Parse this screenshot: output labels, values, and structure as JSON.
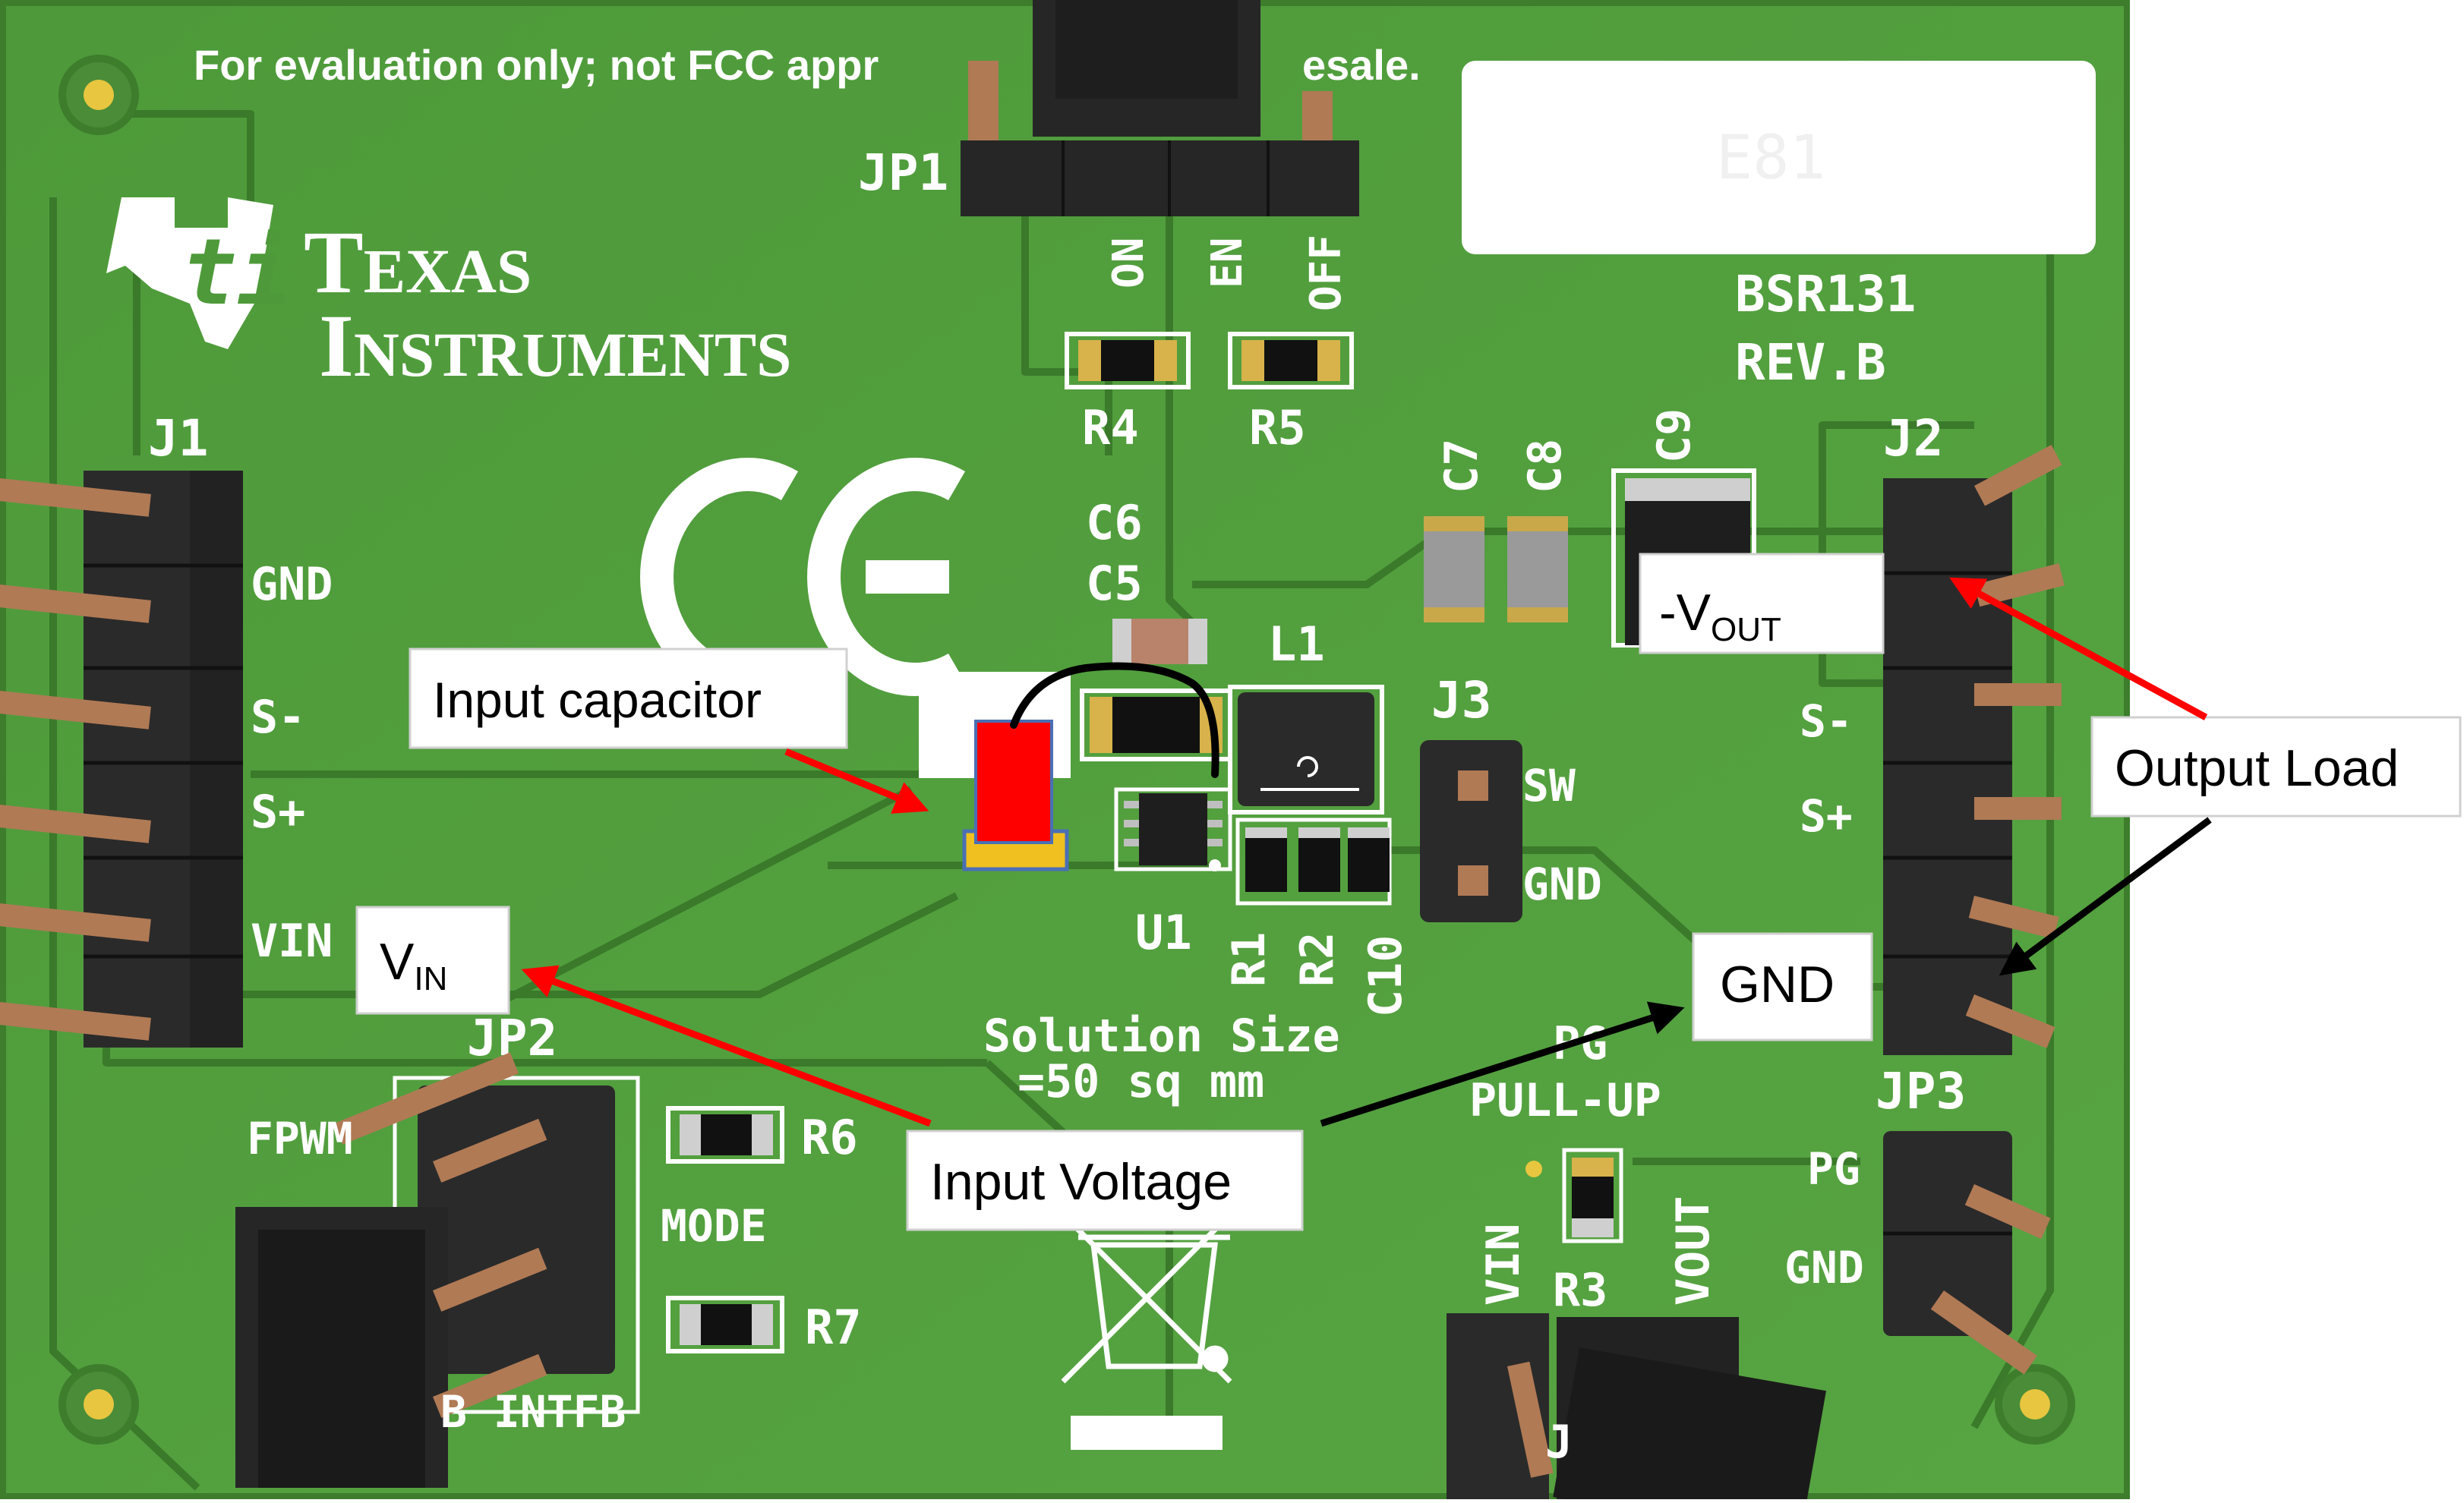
{
  "board": {
    "notice": "For evaluation only; not FCC appr",
    "notice_tail": "esale.",
    "brand_line1": "Texas",
    "brand_line2": "Instruments",
    "model": "BSR131",
    "revision": "REV.B",
    "label_sticker_text": "E81",
    "ce_mark": "CE",
    "solution_size_line1": "Solution Size",
    "solution_size_line2": "=50 sq mm"
  },
  "connectors": {
    "j1": {
      "ref": "J1",
      "pins": [
        "GND",
        "S-",
        "S+",
        "VIN"
      ]
    },
    "j2": {
      "ref": "J2",
      "pins": [
        "S-",
        "S+"
      ]
    },
    "j3": {
      "ref": "J3",
      "pins": [
        "SW",
        "GND"
      ]
    },
    "jp1": {
      "ref": "JP1",
      "pins": [
        "ON",
        "EN",
        "OFF"
      ]
    },
    "jp2": {
      "ref": "JP2",
      "pins": [
        "FPWM",
        "MODE"
      ],
      "bottom": "B INTFB"
    },
    "jp3": {
      "ref": "JP3",
      "pins": [
        "PG",
        "GND"
      ]
    },
    "jp4": {
      "ref": "J",
      "pins": [
        "VIN",
        "R3",
        "VOUT"
      ]
    }
  },
  "components": {
    "r4": "R4",
    "r5": "R5",
    "r6": "R6",
    "r7": "R7",
    "c5": "C5",
    "c6": "C6",
    "c7": "C7",
    "c8": "C8",
    "c9": "C9",
    "l1": "L1",
    "u1": "U1",
    "r1": "R1",
    "r2": "R2",
    "c10": "C10",
    "pg_pullup_1": "PG",
    "pg_pullup_2": "PULL-UP"
  },
  "callouts": {
    "input_capacitor": "Input capacitor",
    "vout_prefix": "-V",
    "vout_sub": "OUT",
    "output_load": "Output Load",
    "gnd": "GND",
    "vin_main": "V",
    "vin_sub": "IN",
    "input_voltage": "Input Voltage"
  },
  "colors": {
    "pcb": "#4f9a3b",
    "pcb_dark": "#3f7f2d",
    "trace": "#3a7a2a",
    "pin": "#b07a55",
    "header": "#262626",
    "arrow_red": "#ff0000",
    "arrow_black": "#000000",
    "highlight_cap": "#ff0000",
    "pad_gold": "#f0c020"
  }
}
